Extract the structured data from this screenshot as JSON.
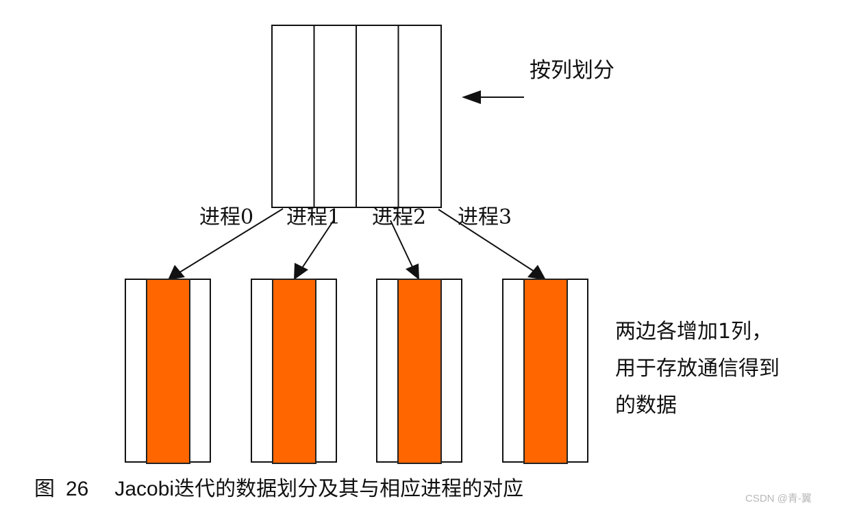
{
  "diagram": {
    "title": "Jacobi迭代的数据划分及其与相应进程的对应",
    "colors": {
      "stroke": "#111111",
      "owned_columns_fill": "#ff6600",
      "ghost_columns_fill": "#ffffff",
      "background": "#ffffff"
    },
    "matrix": {
      "label": "按列划分",
      "columns": 4
    },
    "processes": [
      {
        "label": "进程0"
      },
      {
        "label": "进程1"
      },
      {
        "label": "进程2"
      },
      {
        "label": "进程3"
      }
    ],
    "note": {
      "lines": [
        "两边各增加1列，",
        "用于存放通信得到",
        "的数据"
      ]
    },
    "caption": {
      "prefix": "图",
      "number": "26",
      "text": "Jacobi迭代的数据划分及其与相应进程的对应"
    },
    "watermark": "CSDN @青-翼"
  }
}
